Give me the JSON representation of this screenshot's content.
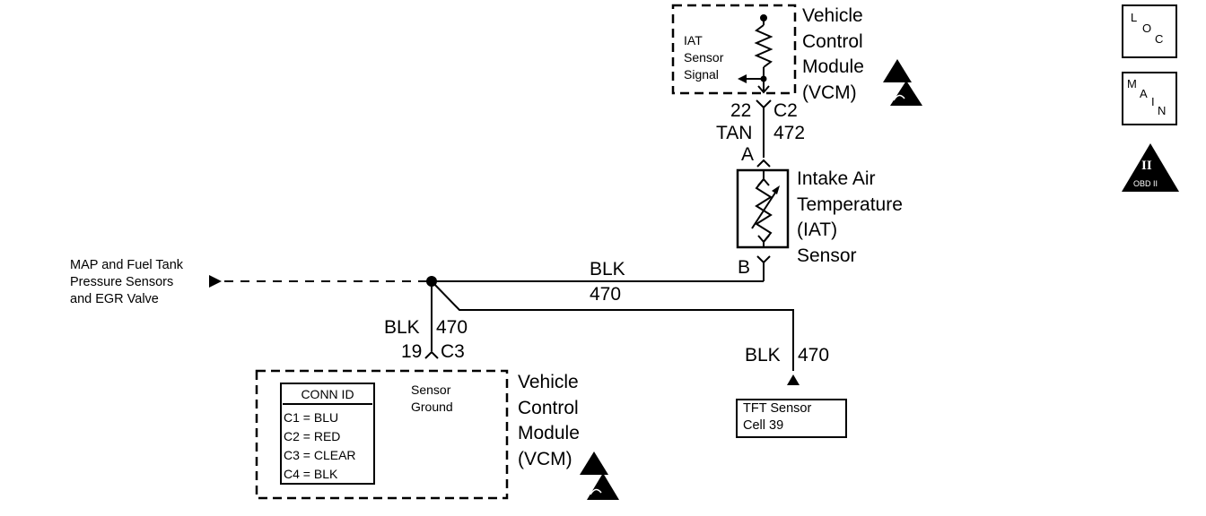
{
  "top_vcm": {
    "module_label": [
      "Vehicle",
      "Control",
      "Module",
      "(VCM)"
    ],
    "signal_label": [
      "IAT",
      "Sensor",
      "Signal"
    ],
    "connector_pin": "22",
    "connector_id": "C2"
  },
  "wire_upper": {
    "color": "TAN",
    "circuit": "472"
  },
  "iat_sensor": {
    "pin_a": "A",
    "pin_b": "B",
    "label": [
      "Intake Air",
      "Temperature",
      "(IAT)",
      "Sensor"
    ]
  },
  "ground_wire": {
    "color": "BLK",
    "circuit": "470"
  },
  "map_reference": {
    "label": [
      "MAP and Fuel Tank",
      "Pressure Sensors",
      "and EGR Valve"
    ]
  },
  "vertical_drop": {
    "color": "BLK",
    "circuit": "470",
    "connector_pin": "19",
    "connector_id": "C3"
  },
  "tft_branch": {
    "color": "BLK",
    "circuit": "470",
    "reference_label": [
      "TFT Sensor",
      "Cell 39"
    ]
  },
  "bottom_vcm": {
    "module_label": [
      "Vehicle",
      "Control",
      "Module",
      "(VCM)"
    ],
    "ground_label": [
      "Sensor",
      "Ground"
    ],
    "conn_table": {
      "title": "CONN ID",
      "rows": [
        "C1 = BLU",
        "C2 = RED",
        "C3 = CLEAR",
        "C4 = BLK"
      ]
    }
  },
  "side_icons": {
    "loc": [
      "L",
      "O",
      "C"
    ],
    "main": [
      "M",
      "A",
      "I",
      "N"
    ],
    "obd": {
      "numeral": "II",
      "label": "OBD II"
    }
  }
}
